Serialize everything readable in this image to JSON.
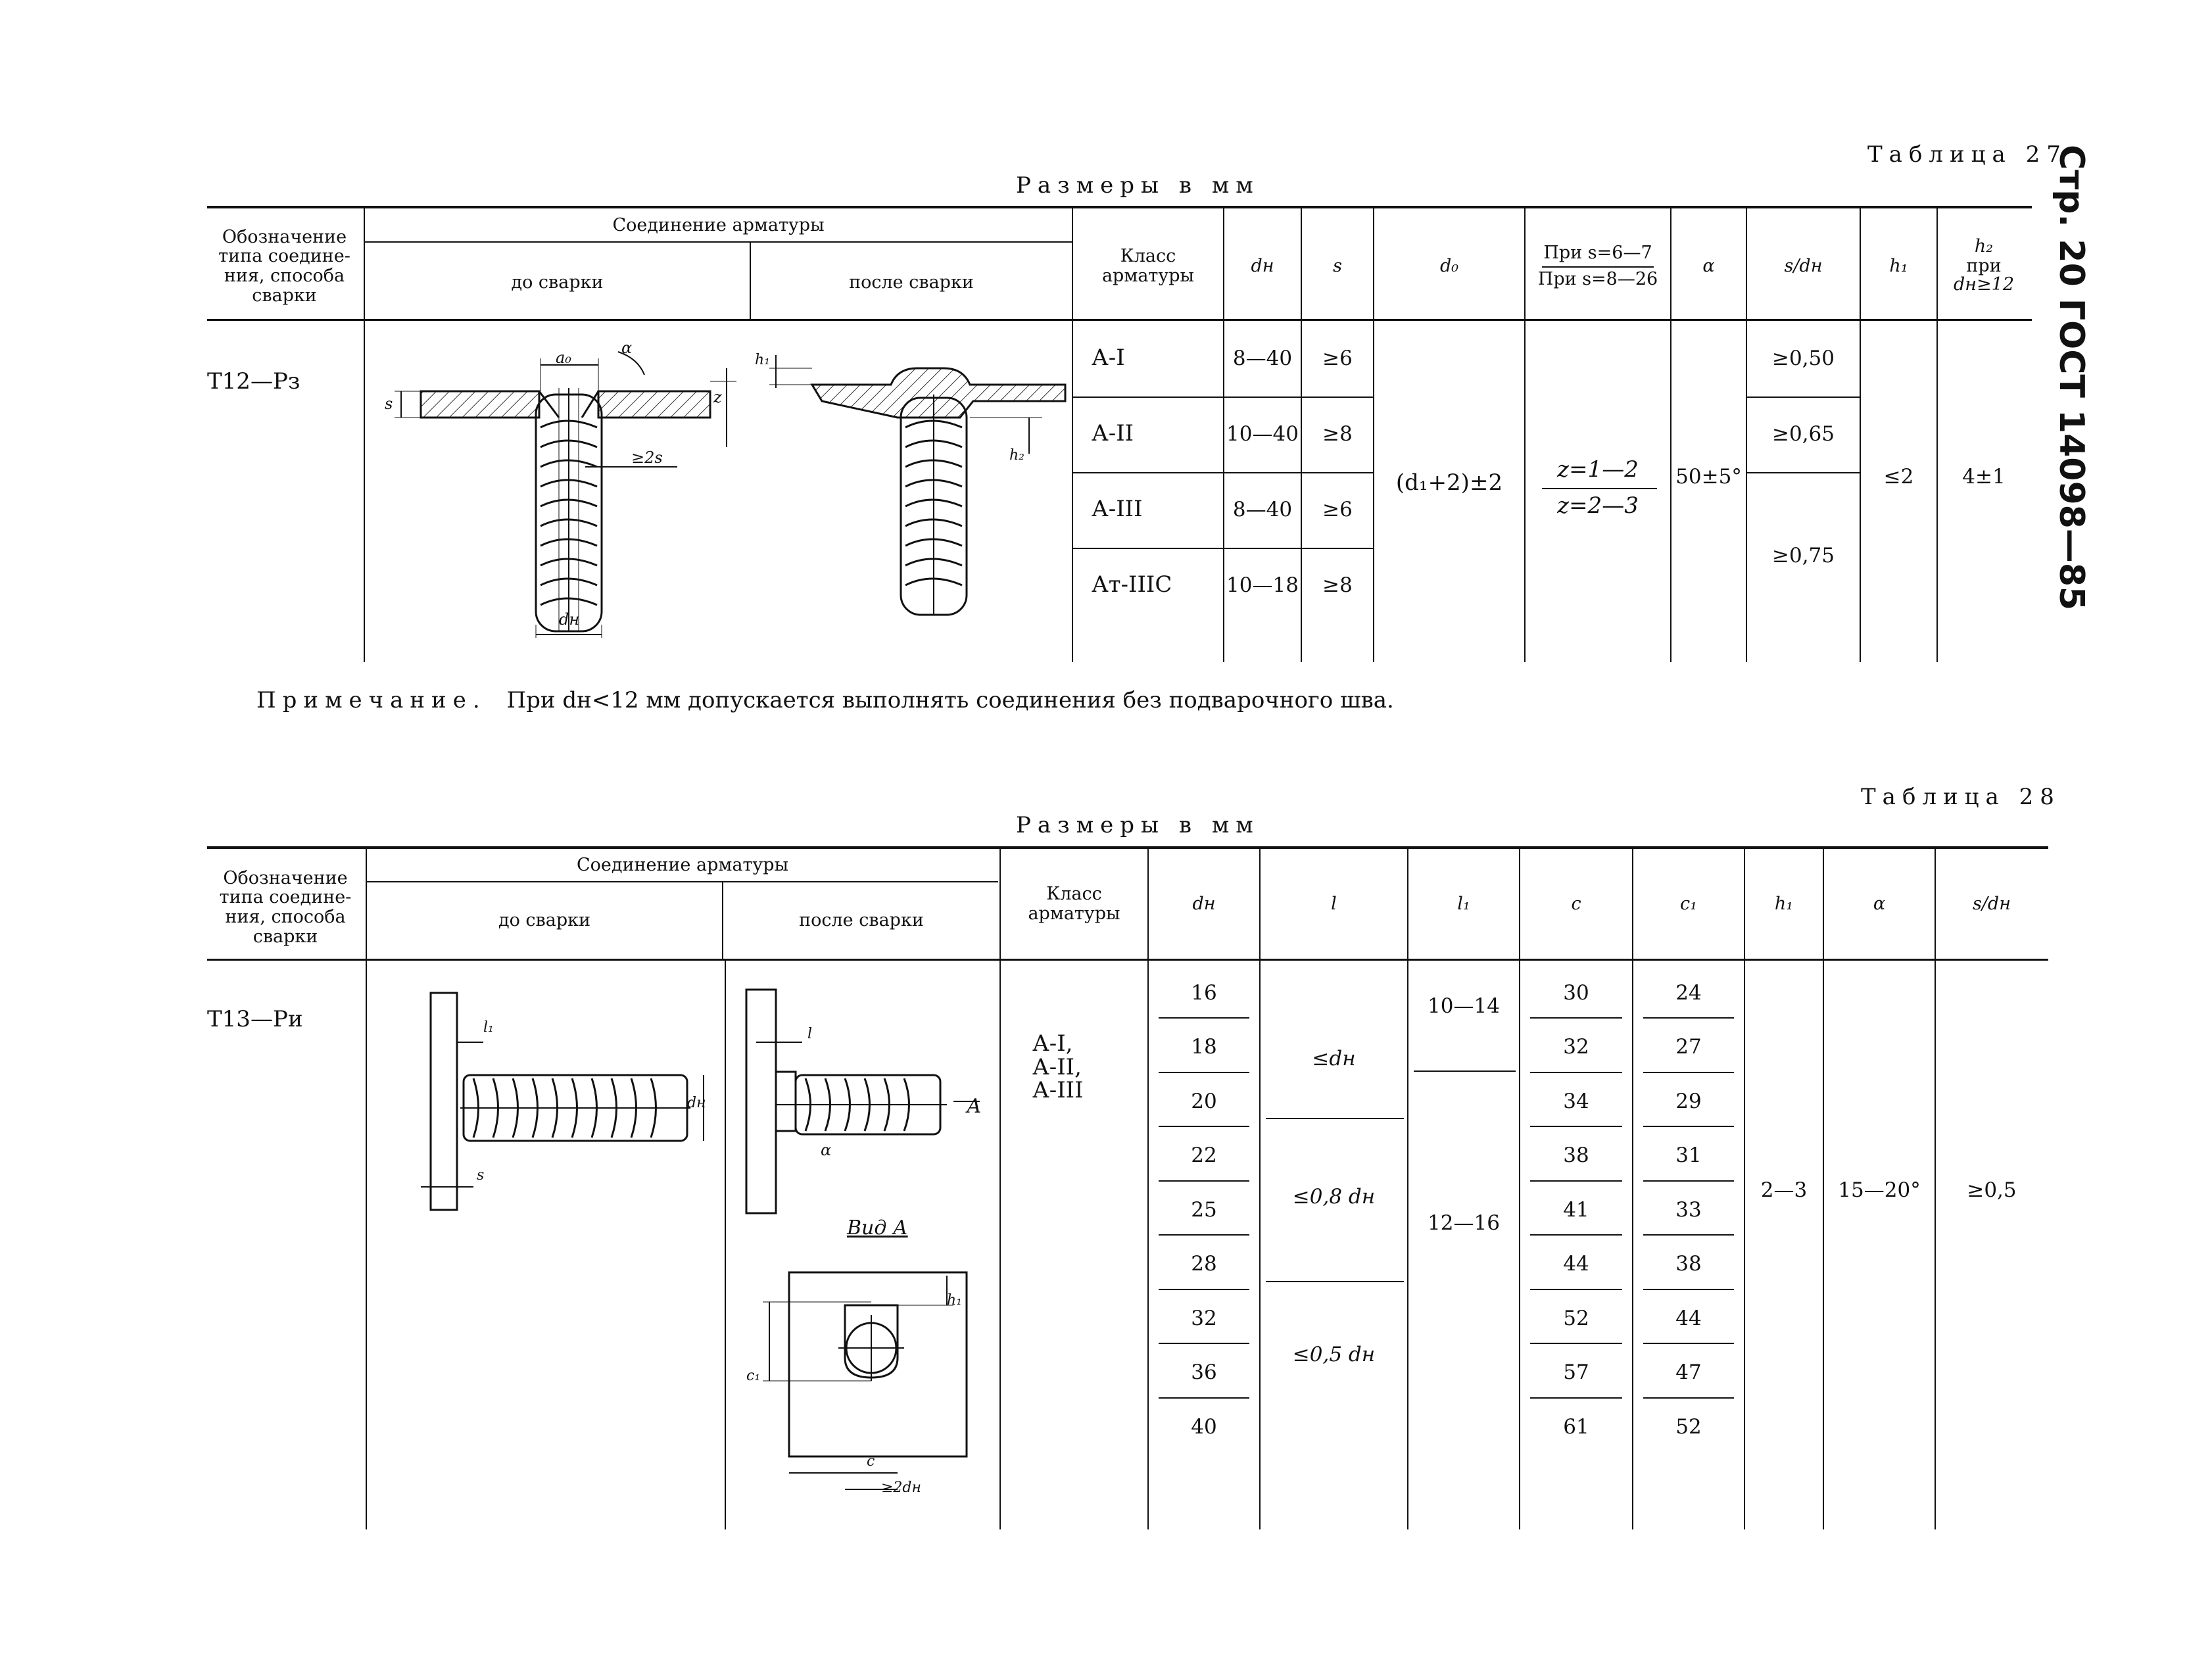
{
  "page_header": "Стр. 20 ГОСТ 14098—85",
  "units": "Размеры в мм",
  "col_headers": {
    "designation": "Обозначение типа соедине­ния, способа сварки",
    "connection": "Соединение арматуры",
    "before": "до сварки",
    "after": "после сварки",
    "class": "Класс арматуры",
    "dn": "dн",
    "s": "s",
    "d0": "d₀",
    "s_frac_top": "При s=6—7",
    "s_frac_bottom": "При s=8—26",
    "alpha": "α",
    "s_dn": "s/dн",
    "h1": "h₁",
    "h2_top": "h₂",
    "h2_mid": "при",
    "h2_bottom": "dн≥12",
    "l": "l",
    "l1": "l₁",
    "c": "c",
    "c1": "c₁"
  },
  "table27": {
    "title": "Таблица 27",
    "type": "Т12—Рз",
    "rows": [
      {
        "class": "А-I",
        "dn": "8—40",
        "s": "≥6"
      },
      {
        "class": "А-II",
        "dn": "10—40",
        "s": "≥8"
      },
      {
        "class": "А-III",
        "dn": "8—40",
        "s": "≥6"
      },
      {
        "class": "Ат-IIIС",
        "dn": "10—18",
        "s": "≥8"
      }
    ],
    "d0": "(d₁+2)±2",
    "z1": "z=1—2",
    "z2": "z=2—3",
    "alpha": "50±5°",
    "sdn": [
      "≥0,50",
      "≥0,65",
      "≥0,75"
    ],
    "h1": "≤2",
    "h2": "4±1",
    "drawing_labels": {
      "a0": "a₀",
      "alpha": "α",
      "s": "s",
      "z": "z",
      "ge2s": "≥2s",
      "dn": "dн",
      "h1": "h₁",
      "h2": "h₂"
    }
  },
  "note": {
    "lead": "Примечание.",
    "text": "При dн<12 мм   допускается выполнять соединения без подварочного шва."
  },
  "table28": {
    "title": "Таблица 28",
    "type": "Т13—Ри",
    "class": [
      "А-I,",
      "А-II,",
      "А-III"
    ],
    "dn": [
      "16",
      "18",
      "20",
      "22",
      "25",
      "28",
      "32",
      "36",
      "40"
    ],
    "l": [
      "≤dн",
      "≤0,8 dн",
      "≤0,5 dн"
    ],
    "l1": [
      "10—14",
      "12—16"
    ],
    "c": [
      "30",
      "32",
      "34",
      "38",
      "41",
      "44",
      "52",
      "57",
      "61"
    ],
    "c1": [
      "24",
      "27",
      "29",
      "31",
      "33",
      "38",
      "44",
      "47",
      "52"
    ],
    "h1": "2—3",
    "alpha": "15—20°",
    "sdn": "≥0,5",
    "drawing_labels": {
      "l1": "l₁",
      "dn": "dн",
      "s": "s",
      "l": "l",
      "alpha": "α",
      "A": "А",
      "view": "Вид А",
      "h1": "h₁",
      "c1": "c₁",
      "c": "c",
      "ge2dn": "≥2dн"
    }
  }
}
